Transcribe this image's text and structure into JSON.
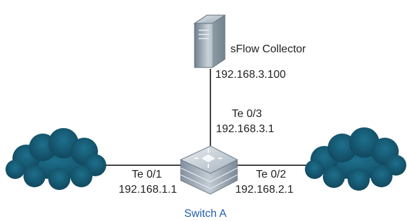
{
  "diagram": {
    "collector": {
      "name": "sFlow Collector",
      "ip": "192.168.3.100",
      "icon": "server-icon"
    },
    "switch": {
      "name": "Switch A",
      "icon": "switch-icon"
    },
    "links": {
      "uplink": {
        "port": "Te 0/3",
        "ip": "192.168.3.1"
      },
      "left": {
        "port": "Te 0/1",
        "ip": "192.168.1.1"
      },
      "right": {
        "port": "Te 0/2",
        "ip": "192.168.2.1"
      }
    },
    "clouds": {
      "icon": "cloud-icon"
    },
    "colors": {
      "line": "#404040",
      "label": "#222222",
      "switch_label": "#1f5fa8",
      "cloud": "#14576f",
      "switch_body": "#a9b4bf",
      "server_body": "#8fa0ad"
    }
  }
}
